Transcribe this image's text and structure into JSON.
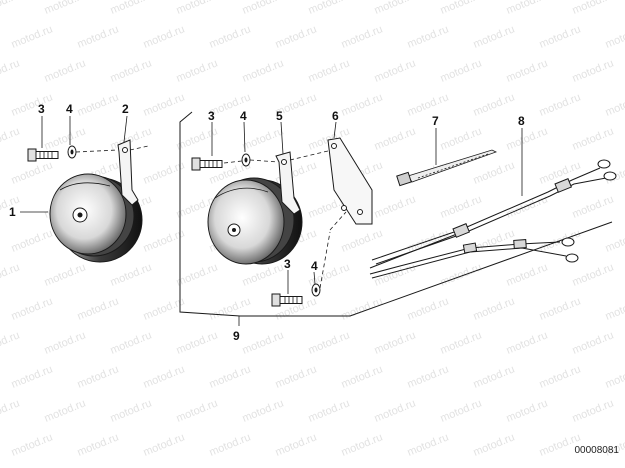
{
  "watermark": "motod.ru",
  "part_number": "00008081",
  "callouts": [
    "1",
    "2",
    "3",
    "4",
    "5",
    "6",
    "7",
    "8",
    "9"
  ],
  "colors": {
    "ink": "#1a1a1a",
    "watermark": "#e2e2e2",
    "background": "#ffffff"
  }
}
